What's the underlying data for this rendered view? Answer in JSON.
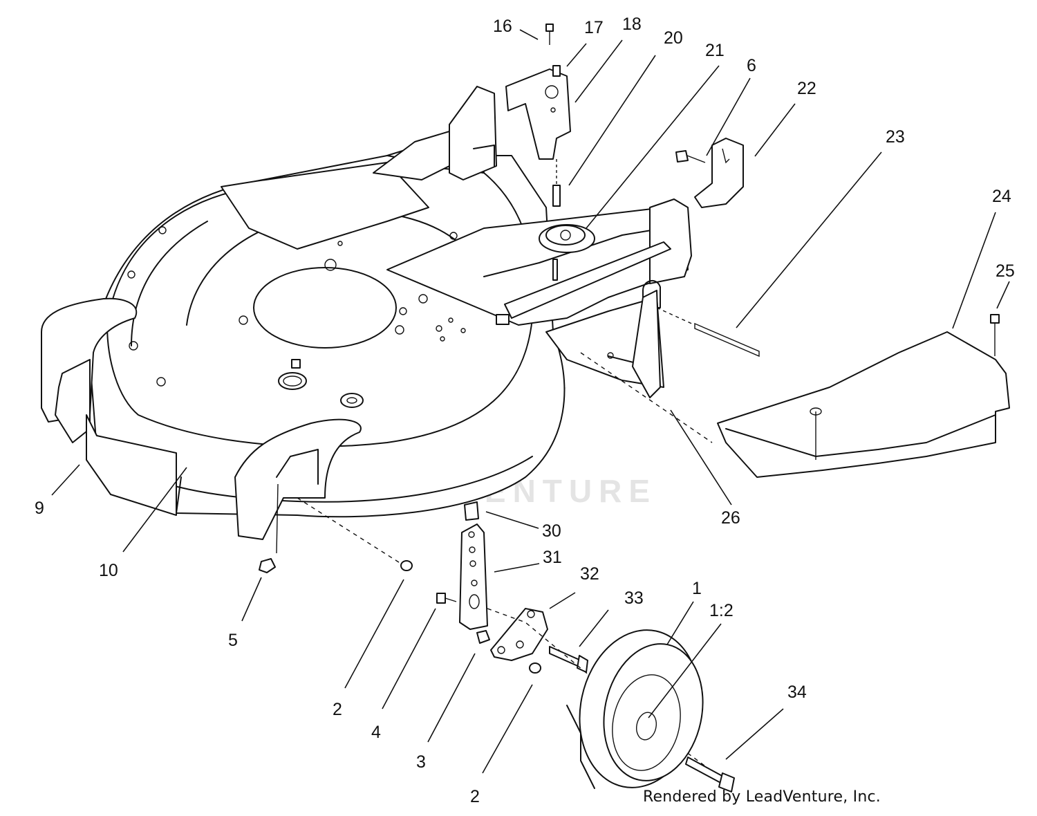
{
  "watermark": "LEADVENTURE",
  "credit": "Rendered by LeadVenture, Inc.",
  "callouts": {
    "c16": "16",
    "c17": "17",
    "c18": "18",
    "c20": "20",
    "c21": "21",
    "c6": "6",
    "c22": "22",
    "c23": "23",
    "c24": "24",
    "c25": "25",
    "c9": "9",
    "c10": "10",
    "c26": "26",
    "c30": "30",
    "c31": "31",
    "c32": "32",
    "c33": "33",
    "c1": "1",
    "c1_2": "1:2",
    "c5": "5",
    "c2a": "2",
    "c4": "4",
    "c3": "3",
    "c2b": "2",
    "c34": "34"
  }
}
